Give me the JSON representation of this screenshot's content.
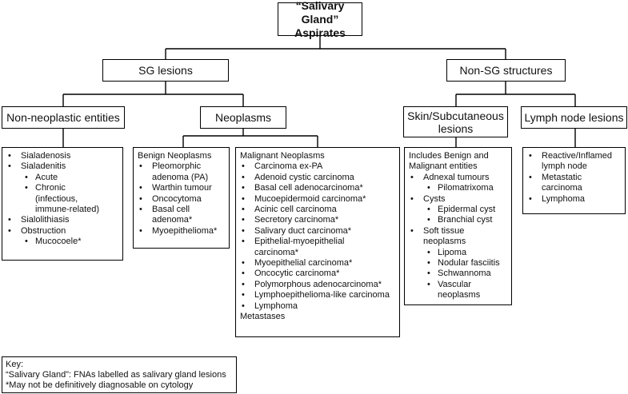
{
  "root": {
    "line1": "“Salivary Gland”",
    "line2": "Aspirates"
  },
  "level1": {
    "sg": "SG lesions",
    "nonsg": "Non-SG structures"
  },
  "level2": {
    "nonneoplastic": "Non-neoplastic entities",
    "neoplasms": "Neoplasms",
    "skin_line1": "Skin/Subcutaneous",
    "skin_line2": "lesions",
    "lymph": "Lymph node lesions"
  },
  "nonneoplastic_list": [
    {
      "text": "Sialadenosis",
      "level": 1
    },
    {
      "text": "Sialadenitis",
      "level": 1
    },
    {
      "text": "Acute",
      "level": 2
    },
    {
      "text": "Chronic",
      "level": 2
    },
    {
      "text": "(infectious,",
      "level": 3
    },
    {
      "text": "immune-related)",
      "level": 3
    },
    {
      "text": "Sialolithiasis",
      "level": 1
    },
    {
      "text": "Obstruction",
      "level": 1
    },
    {
      "text": "Mucocoele*",
      "level": 2
    }
  ],
  "benign_list": {
    "heading": "Benign Neoplasms",
    "items": [
      {
        "text": "Pleomorphic",
        "level": 1
      },
      {
        "text": "adenoma (PA)",
        "level": 3
      },
      {
        "text": "Warthin tumour",
        "level": 1
      },
      {
        "text": "Oncocytoma",
        "level": 1
      },
      {
        "text": "Basal cell",
        "level": 1
      },
      {
        "text": "adenoma*",
        "level": 3
      },
      {
        "text": "Myoepithelioma*",
        "level": 1
      }
    ]
  },
  "malignant_list": {
    "heading": "Malignant Neoplasms",
    "items": [
      {
        "text": "Carcinoma ex-PA",
        "level": 1
      },
      {
        "text": "Adenoid cystic carcinoma",
        "level": 1
      },
      {
        "text": "Basal cell adenocarcinoma*",
        "level": 1
      },
      {
        "text": "Mucoepidermoid carcinoma*",
        "level": 1
      },
      {
        "text": "Acinic cell carcinoma",
        "level": 1
      },
      {
        "text": "Secretory carcinoma*",
        "level": 1
      },
      {
        "text": "Salivary duct carcinoma*",
        "level": 1
      },
      {
        "text": "Epithelial-myoepithelial",
        "level": 1
      },
      {
        "text": "carcinoma*",
        "level": 3
      },
      {
        "text": "Myoepithelial carcinoma*",
        "level": 1
      },
      {
        "text": "Oncocytic carcinoma*",
        "level": 1
      },
      {
        "text": "Polymorphous adenocarcinoma*",
        "level": 1
      },
      {
        "text": "Lymphoepithelioma-like carcinoma",
        "level": 1
      },
      {
        "text": "Lymphoma",
        "level": 1
      }
    ],
    "footer": "Metastases"
  },
  "skin_list": {
    "heading_line1": "Includes Benign and",
    "heading_line2": "Malignant entities",
    "items": [
      {
        "text": "Adnexal tumours",
        "level": 1
      },
      {
        "text": "Pilomatrixoma",
        "level": 2
      },
      {
        "text": "Cysts",
        "level": 1
      },
      {
        "text": "Epidermal cyst",
        "level": 2
      },
      {
        "text": "Branchial cyst",
        "level": 2
      },
      {
        "text": "Soft tissue neoplasms",
        "level": 1
      },
      {
        "text": "Lipoma",
        "level": 2
      },
      {
        "text": "Nodular fasciitis",
        "level": 2
      },
      {
        "text": "Schwannoma",
        "level": 2
      },
      {
        "text": "Vascular",
        "level": 2
      },
      {
        "text": "neoplasms",
        "level": 4
      }
    ]
  },
  "lymph_list": [
    {
      "text": "Reactive/Inflamed",
      "level": 1
    },
    {
      "text": "lymph node",
      "level": 3
    },
    {
      "text": "Metastatic",
      "level": 1
    },
    {
      "text": "carcinoma",
      "level": 3
    },
    {
      "text": "Lymphoma",
      "level": 1
    }
  ],
  "key": {
    "line1": "Key:",
    "line2": "“Salivary Gland”: FNAs labelled as salivary gland lesions",
    "line3": "*May not be definitively diagnosable on  cytology"
  }
}
